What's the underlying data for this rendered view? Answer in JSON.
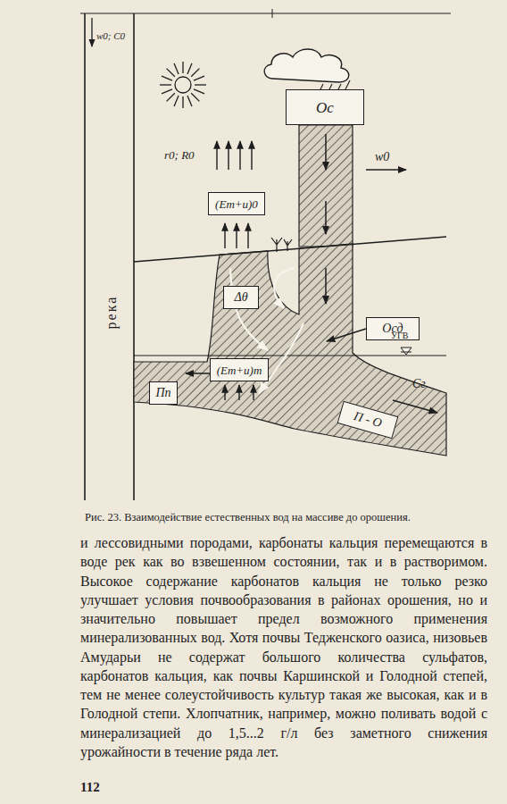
{
  "diagram": {
    "caption": "Рис. 23. Взаимодействие естественных вод на массиве до орошения.",
    "nodes": [
      {
        "text": [
          "Oс"
        ]
      },
      {
        "text": [
          "(Eт+и)0"
        ]
      },
      {
        "text": [
          "Δθ"
        ]
      },
      {
        "text": [
          "Oсд"
        ]
      },
      {
        "text": [
          "(Eт+и)т"
        ]
      },
      {
        "text": [
          "Пп"
        ]
      },
      {
        "text": [
          "П - О"
        ]
      }
    ],
    "labels": [
      "w0; C0",
      "r0; R0",
      "w0",
      "река",
      "УГВ",
      "Cг",
      "и лессовидными породами, карбонаты кальция перемещаются в воде рек как во взвешенном состоянии, так и в растворимом. Высокое содержание карбонатов кальция не только резко улучшает условия почвообразования в районах орошения, но и значительно повышает предел возможного применения минерализованных вод. Хотя почвы Тедженского оазиса, низовьев Амударьи не содержат большого количества сульфатов, карбонатов кальция, как почвы Каршинской и Голодной степей, тем не менее солеустойчивость культур такая же высокая, как и в Голодной степи. Хлопчатник, например, можно поливать водой с минерализацией до 1,5...2 г/л без заметного снижения урожайности в течение ряда лет.",
      "112"
    ]
  }
}
